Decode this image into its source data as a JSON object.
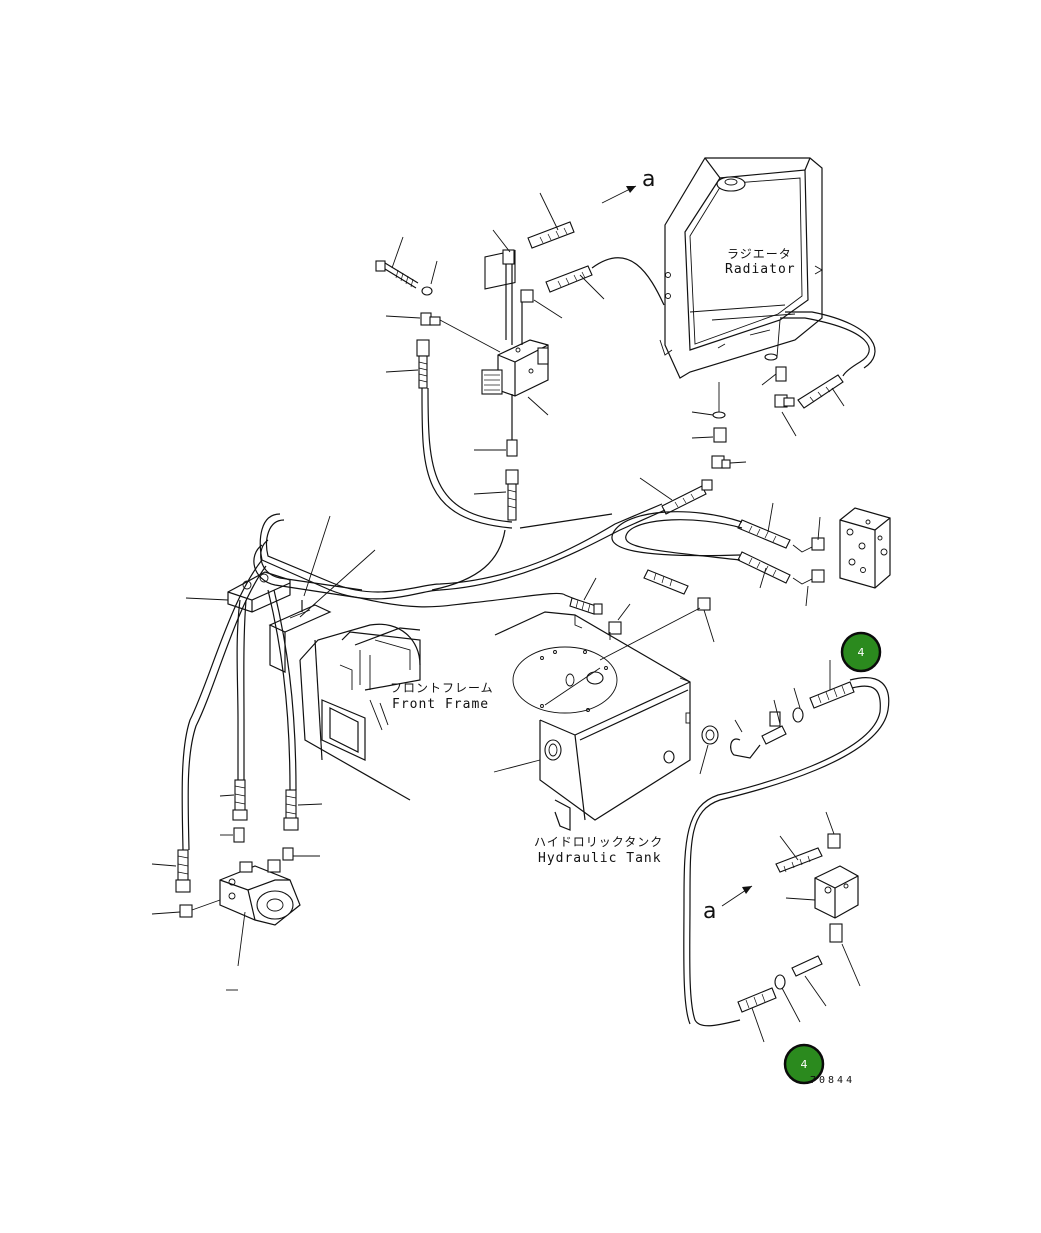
{
  "labels": {
    "radiator_jp": "ラジエータ",
    "radiator_en": "Radiator",
    "front_frame_jp": "フロントフレーム",
    "front_frame_en": "Front Frame",
    "hydraulic_tank_jp": "ハイドロリックタンク",
    "hydraulic_tank_en": "Hydraulic Tank"
  },
  "connection_marks": {
    "top": "a",
    "bottom": "a"
  },
  "callouts": [
    {
      "number": "4"
    },
    {
      "number": "4"
    }
  ],
  "drawing_code": "70844",
  "colors": {
    "line": "#111111",
    "callout_fill": "#2b8a1e",
    "callout_text": "#ffffff"
  }
}
